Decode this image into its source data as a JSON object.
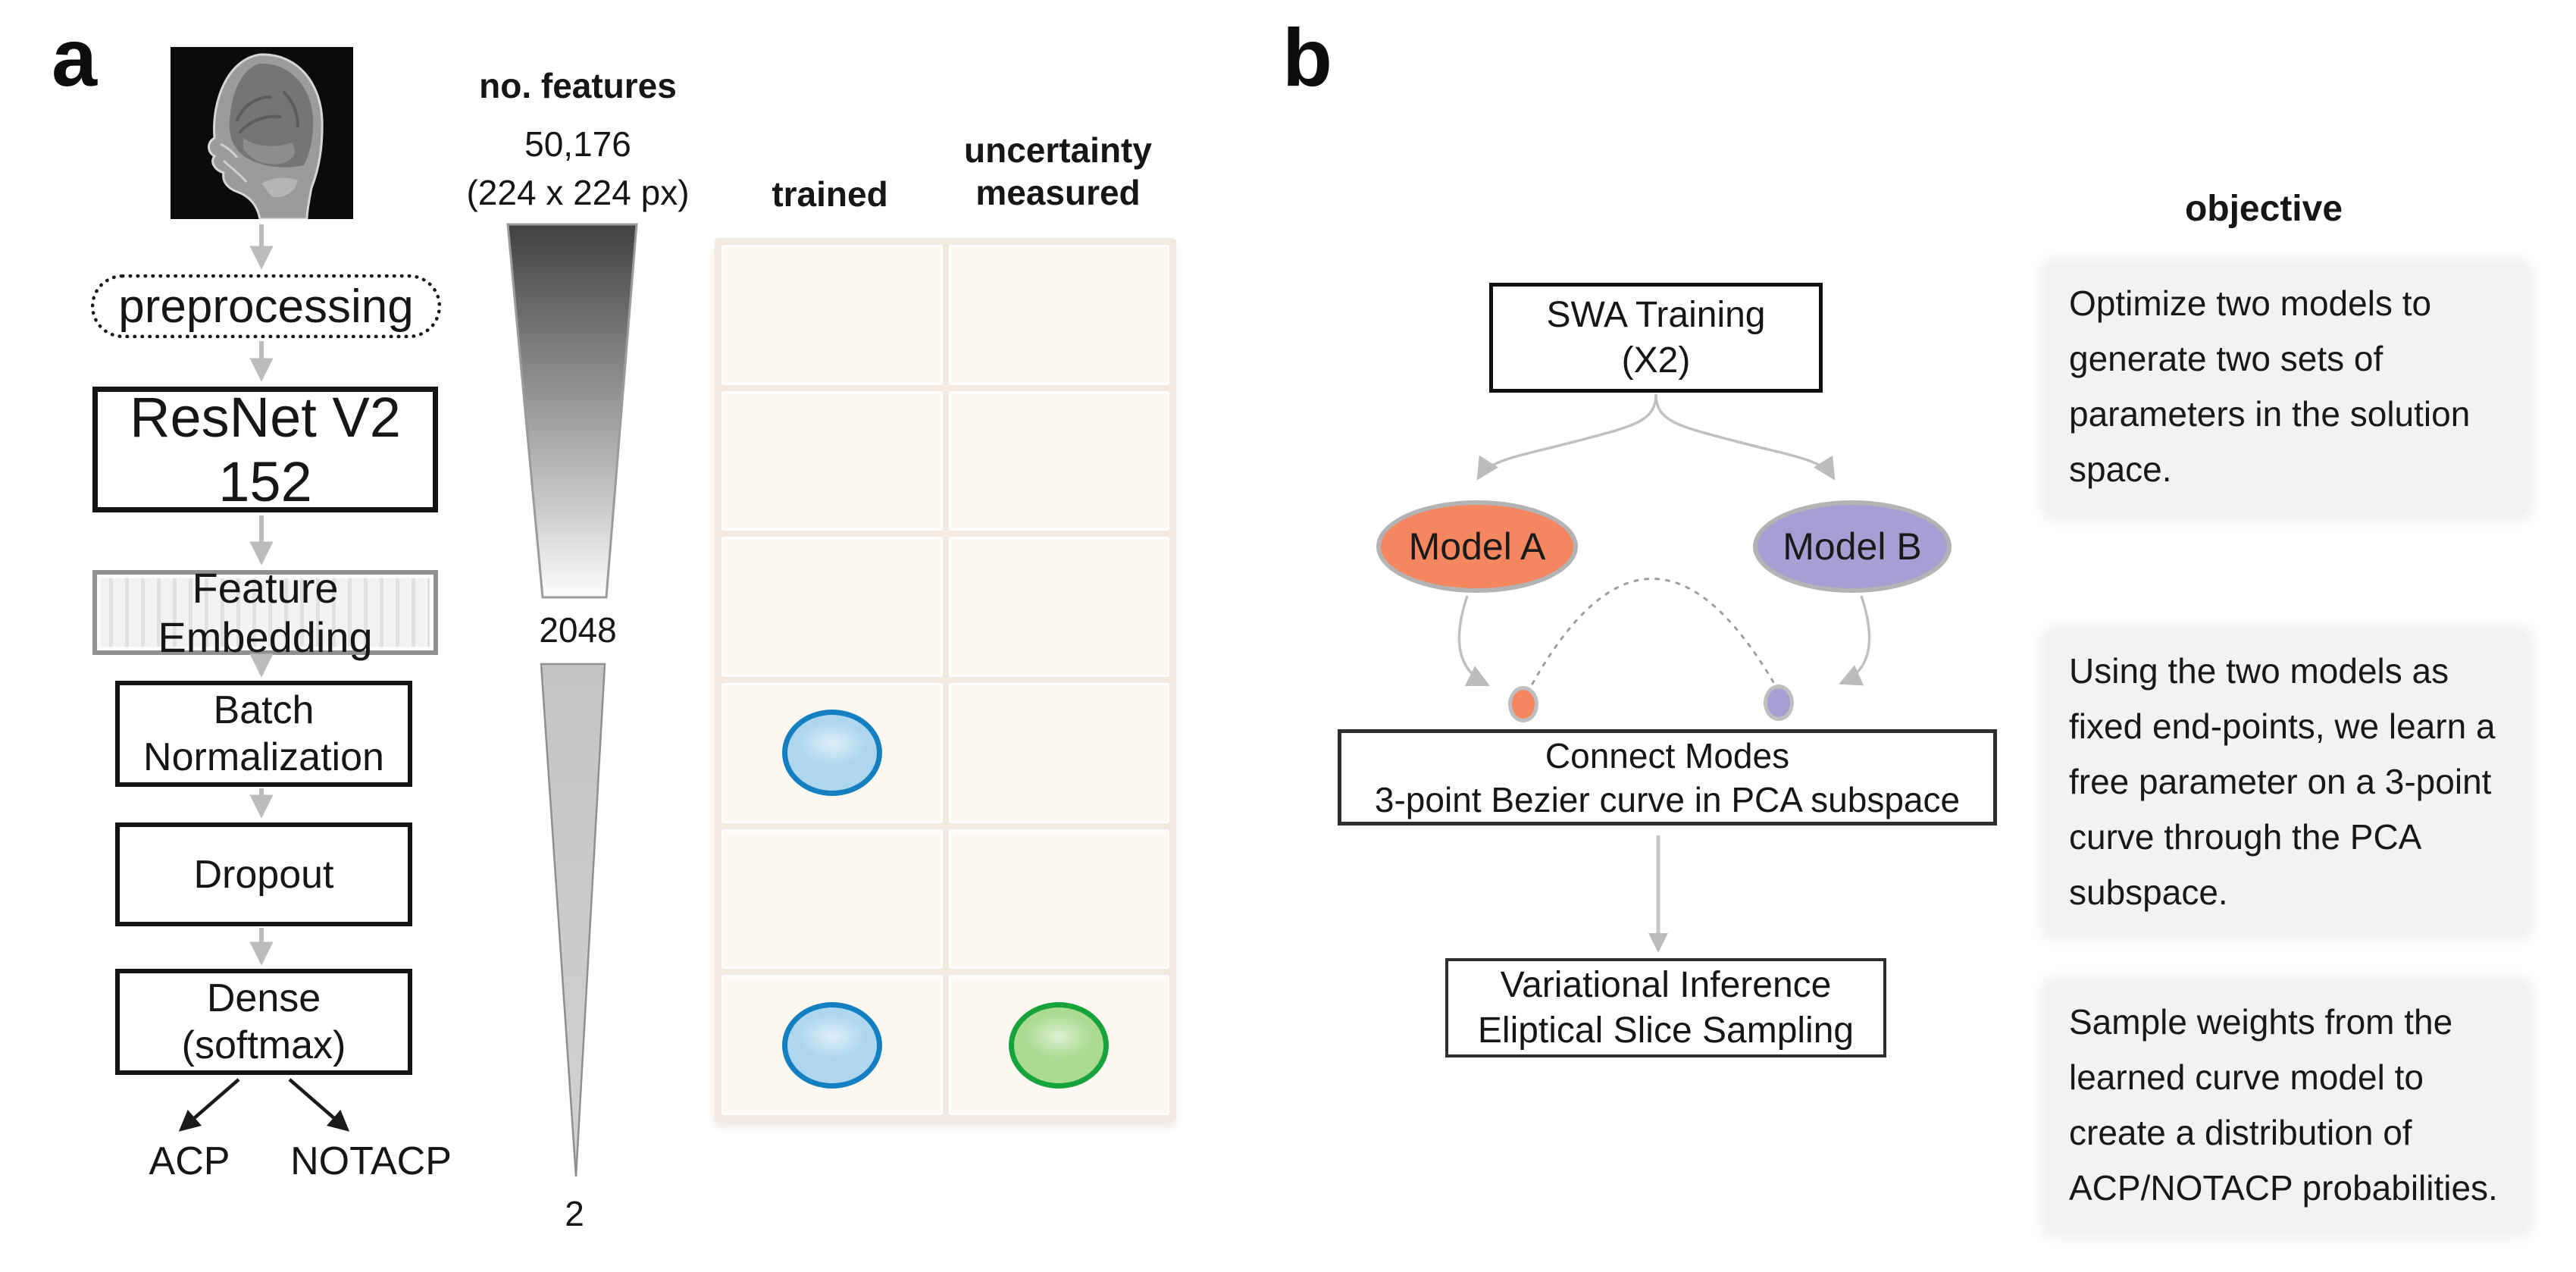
{
  "panel_a": {
    "label": "a",
    "pipeline": {
      "preprocessing": "preprocessing",
      "resnet": "ResNet V2 152",
      "feature_embedding": "Feature Embedding",
      "batch_norm_line1": "Batch",
      "batch_norm_line2": "Normalization",
      "dropout": "Dropout",
      "dense_line1": "Dense",
      "dense_line2": "(softmax)",
      "output_left": "ACP",
      "output_right": "NOTACP"
    },
    "features": {
      "header": "no. features",
      "input_count": "50,176",
      "input_dims": "(224 x 224 px)",
      "embedding_count": "2048",
      "final_count": "2"
    },
    "table": {
      "col1_header": "trained",
      "col2_header_line1": "uncertainty",
      "col2_header_line2": "measured",
      "rows": 6,
      "columns": 2,
      "markers": [
        {
          "row": 4,
          "col": 1,
          "type": "trained"
        },
        {
          "row": 6,
          "col": 1,
          "type": "trained"
        },
        {
          "row": 6,
          "col": 2,
          "type": "uncertainty-measured"
        }
      ]
    }
  },
  "panel_b": {
    "label": "b",
    "swa_line1": "SWA Training",
    "swa_line2": "(X2)",
    "model_a": "Model A",
    "model_b": "Model B",
    "connect_line1": "Connect Modes",
    "connect_line2": "3-point Bezier curve in PCA subspace",
    "vi_line1": "Variational Inference",
    "vi_line2": "Eliptical Slice Sampling",
    "objective_header": "objective",
    "objectives": [
      {
        "lines": [
          "Optimize two models to",
          "generate two sets of",
          "parameters in the solution",
          "space."
        ]
      },
      {
        "lines": [
          "Using the two models as",
          "fixed end-points, we learn a",
          "free parameter on a 3-point",
          "curve through the PCA",
          "subspace."
        ]
      },
      {
        "lines": [
          "Sample weights from the",
          "learned curve model to",
          "create a distribution of",
          "ACP/NOTACP probabilities."
        ]
      }
    ]
  },
  "colors": {
    "model_a_fill": "#F4875F",
    "model_b_fill": "#A69FD3",
    "trained_fill": "#AED7EF",
    "trained_border": "#1480C2",
    "uncertainty_fill": "#ABDB93",
    "uncertainty_border": "#17A33C",
    "arrow_gray": "#BCBCBC",
    "funnel_dark": "#414141",
    "funnel_light": "#CBCBCB",
    "table_bg": "#F2E9E0",
    "cell_bg": "#FDF8F2",
    "objective_bg": "#F2F2F2"
  }
}
